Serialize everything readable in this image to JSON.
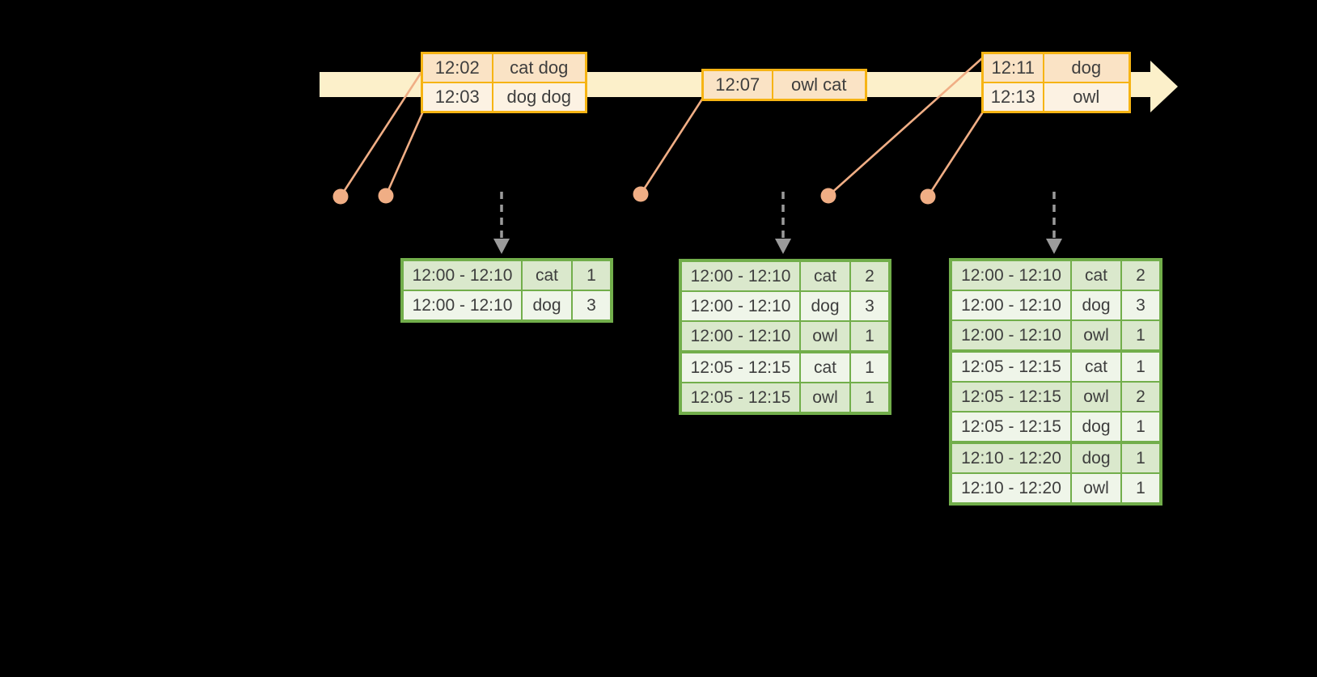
{
  "event_tables": [
    {
      "name": "events-around-12-02",
      "rows": [
        {
          "time": "12:02",
          "words": "cat dog"
        },
        {
          "time": "12:03",
          "words": "dog dog"
        }
      ]
    },
    {
      "name": "events-around-12-07",
      "rows": [
        {
          "time": "12:07",
          "words": "owl cat"
        }
      ]
    },
    {
      "name": "events-around-12-11",
      "rows": [
        {
          "time": "12:11",
          "words": "dog"
        },
        {
          "time": "12:13",
          "words": "owl"
        }
      ]
    }
  ],
  "result_tables": [
    {
      "name": "result-table-1",
      "rows": [
        {
          "window": "12:00 - 12:10",
          "word": "cat",
          "count": "1"
        },
        {
          "window": "12:00 - 12:10",
          "word": "dog",
          "count": "3"
        }
      ]
    },
    {
      "name": "result-table-2",
      "rows": [
        {
          "window": "12:00 - 12:10",
          "word": "cat",
          "count": "2"
        },
        {
          "window": "12:00 - 12:10",
          "word": "dog",
          "count": "3"
        },
        {
          "window": "12:00 - 12:10",
          "word": "owl",
          "count": "1"
        },
        {
          "window": "12:05 - 12:15",
          "word": "cat",
          "count": "1"
        },
        {
          "window": "12:05 - 12:15",
          "word": "owl",
          "count": "1"
        }
      ]
    },
    {
      "name": "result-table-3",
      "rows": [
        {
          "window": "12:00 - 12:10",
          "word": "cat",
          "count": "2"
        },
        {
          "window": "12:00 - 12:10",
          "word": "dog",
          "count": "3"
        },
        {
          "window": "12:00 - 12:10",
          "word": "owl",
          "count": "1"
        },
        {
          "window": "12:05 - 12:15",
          "word": "cat",
          "count": "1"
        },
        {
          "window": "12:05 - 12:15",
          "word": "owl",
          "count": "2"
        },
        {
          "window": "12:05 - 12:15",
          "word": "dog",
          "count": "1"
        },
        {
          "window": "12:10 - 12:20",
          "word": "dog",
          "count": "1"
        },
        {
          "window": "12:10 - 12:20",
          "word": "owl",
          "count": "1"
        }
      ]
    }
  ],
  "colors": {
    "band": "#FCF0CA",
    "gold": "#F6B414",
    "peach_dark": "#FAE3C5",
    "peach_light": "#FCF2E3",
    "salmon": "#F0AE85",
    "gray_arrow": "#9B9B9B",
    "green": "#72AE4B",
    "sage": "#DAE8CC",
    "pale_green": "#EFF5E9",
    "text": "#3E3E3E"
  }
}
